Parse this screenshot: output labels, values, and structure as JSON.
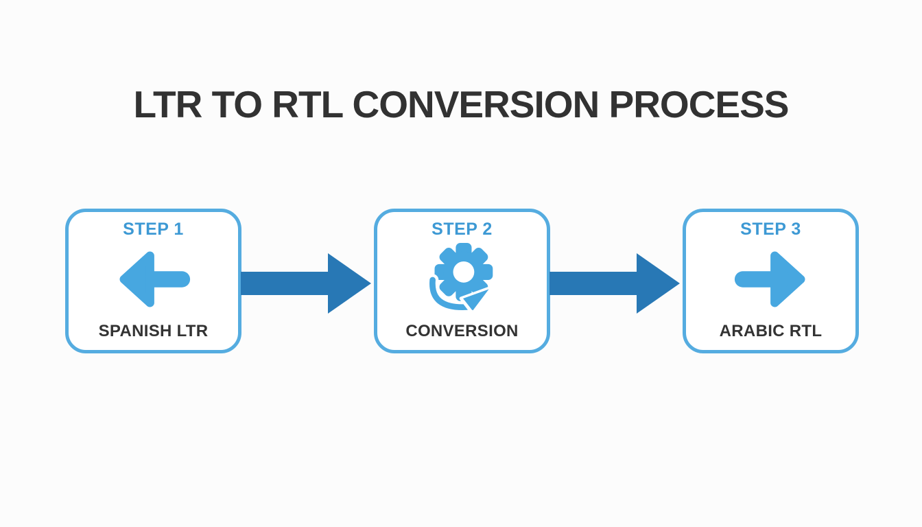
{
  "title": "LTR TO RTL CONVERSION PROCESS",
  "colors": {
    "background": "#fcfcfc",
    "card_background": "#ffffff",
    "card_border": "#55ACE0",
    "step_label": "#3D99D4",
    "icon_blue": "#47A7E0",
    "connector_blue": "#2878B5",
    "text_dark": "#333333"
  },
  "steps": [
    {
      "step_label": "STEP 1",
      "icon": "arrow-left-icon",
      "caption": "SPANISH LTR"
    },
    {
      "step_label": "STEP 2",
      "icon": "gear-conversion-icon",
      "caption": "CONVERSION"
    },
    {
      "step_label": "STEP 3",
      "icon": "arrow-right-icon",
      "caption": "ARABIC RTL"
    }
  ],
  "connectors": [
    {
      "name": "flow-arrow-1",
      "direction": "right"
    },
    {
      "name": "flow-arrow-2",
      "direction": "right"
    }
  ]
}
